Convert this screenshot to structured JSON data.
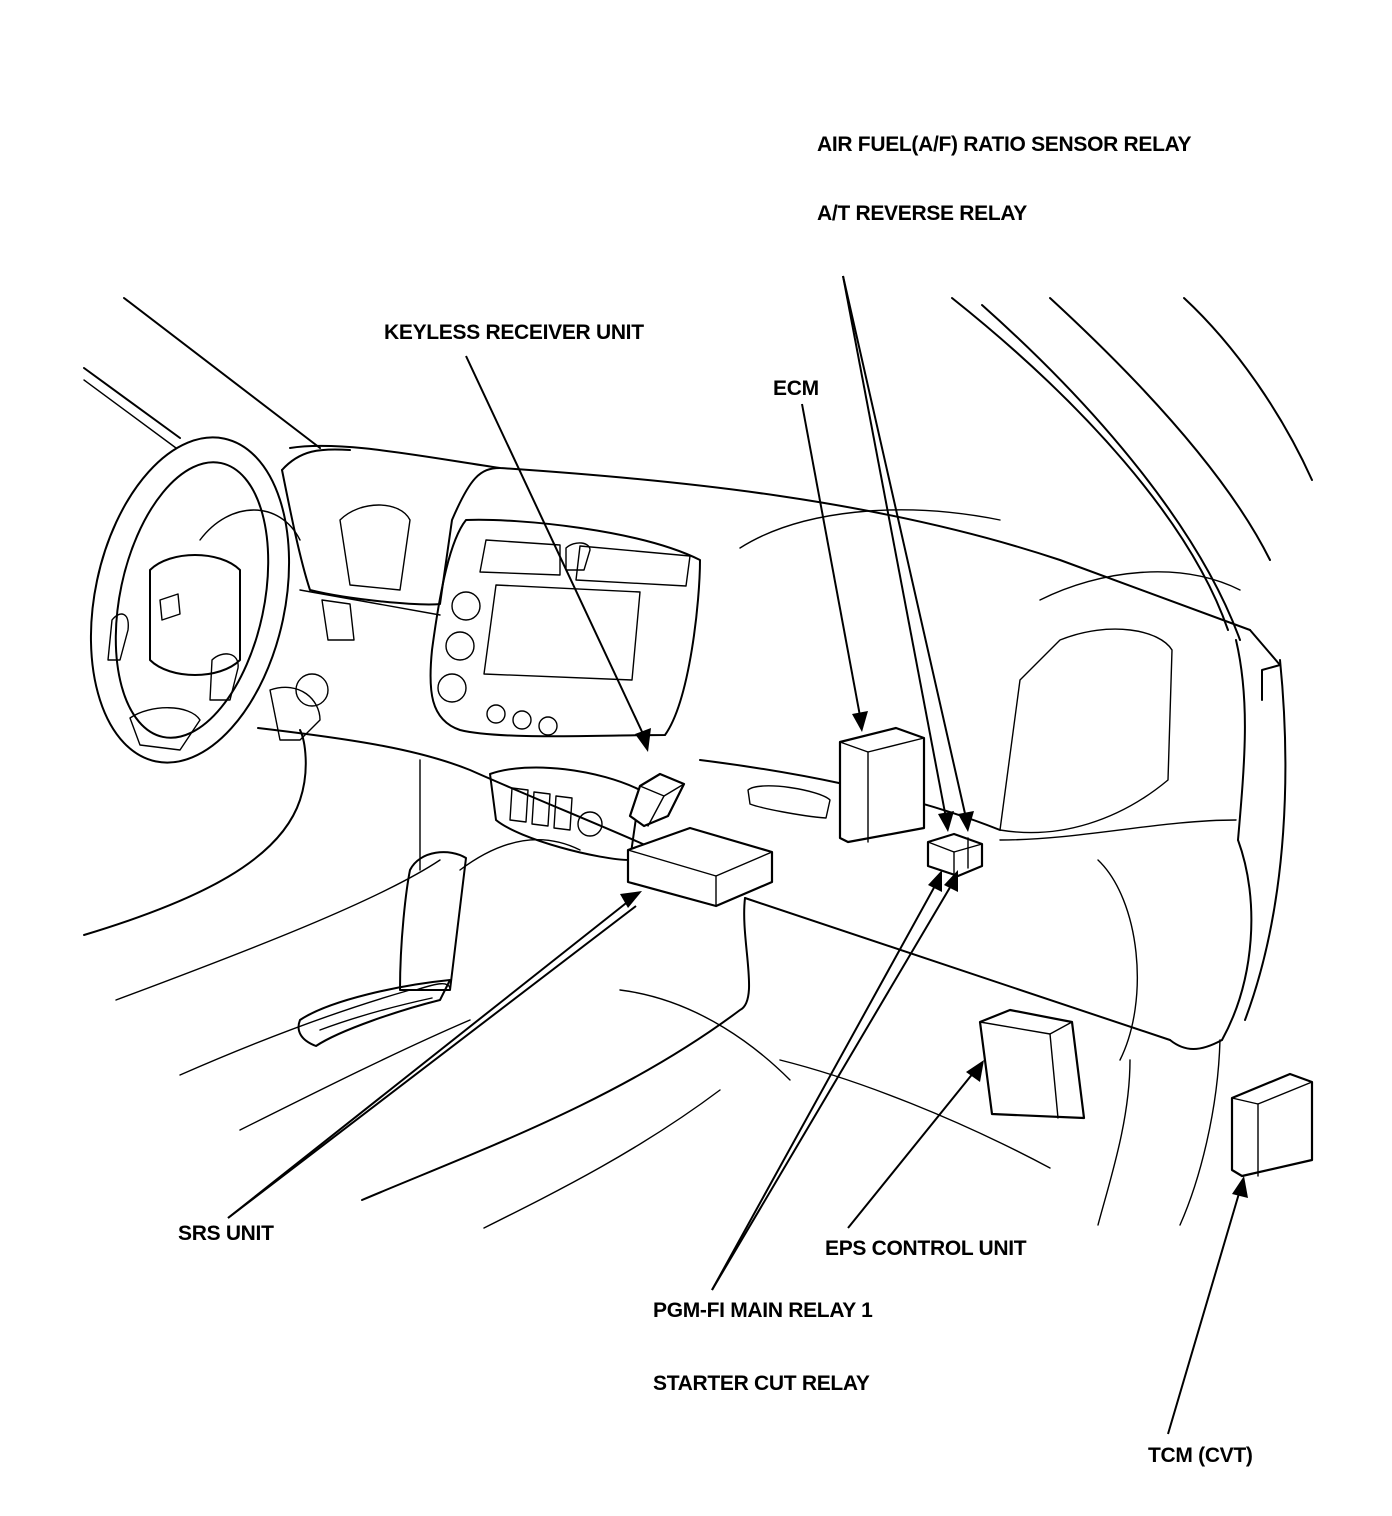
{
  "labels": {
    "af_sensor_relay": "AIR FUEL(A/F) RATIO SENSOR RELAY",
    "at_reverse_relay": "A/T REVERSE RELAY",
    "keyless_receiver": "KEYLESS RECEIVER UNIT",
    "ecm": "ECM",
    "srs_unit": "SRS UNIT",
    "eps_control_unit": "EPS CONTROL UNIT",
    "pgm_fi_main_relay": "PGM-FI MAIN RELAY 1",
    "starter_cut_relay": "STARTER CUT RELAY",
    "tcm": "TCM (CVT)"
  }
}
